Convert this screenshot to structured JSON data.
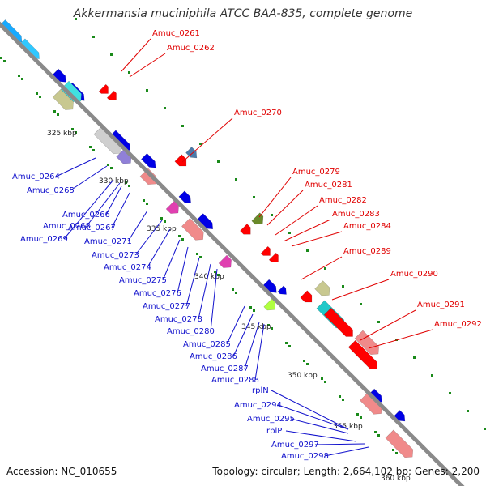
{
  "title": "Akkermansia muciniphila ATCC BAA-835, complete genome",
  "accession": "Accession: NC_010655",
  "topology": "Topology: circular; Length: 2,664,102 bp; Genes: 2,200",
  "colors": {
    "backbone": "#8a8a8a",
    "label_red": "#e00000",
    "label_blue": "#1010cc",
    "forward_cds": "#0000e6",
    "reverse_cds": "#ff0000",
    "dots": "#1a8a1a"
  },
  "ticks": [
    {
      "label": "325 kbp"
    },
    {
      "label": "330 kbp"
    },
    {
      "label": "335 kbp"
    },
    {
      "label": "340 kbp"
    },
    {
      "label": "345 kbp"
    },
    {
      "label": "350 kbp"
    },
    {
      "label": "355 kbp"
    },
    {
      "label": "360 kbp"
    }
  ],
  "red_labels": [
    "Amuc_0261",
    "Amuc_0262",
    "Amuc_0270",
    "Amuc_0279",
    "Amuc_0281",
    "Amuc_0282",
    "Amuc_0283",
    "Amuc_0284",
    "Amuc_0289",
    "Amuc_0290",
    "Amuc_0291",
    "Amuc_0292"
  ],
  "blue_labels": [
    "Amuc_0264",
    "Amuc_0265",
    "Amuc_0266",
    "Amuc_0267",
    "Amuc_0268",
    "Amuc_0269",
    "Amuc_0271",
    "Amuc_0273",
    "Amuc_0274",
    "Amuc_0275",
    "Amuc_0276",
    "Amuc_0277",
    "Amuc_0278",
    "Amuc_0280",
    "Amuc_0285",
    "Amuc_0286",
    "Amuc_0287",
    "Amuc_0288",
    "rplN",
    "Amuc_0294",
    "Amuc_0295",
    "rplP",
    "Amuc_0297",
    "Amuc_0298"
  ]
}
